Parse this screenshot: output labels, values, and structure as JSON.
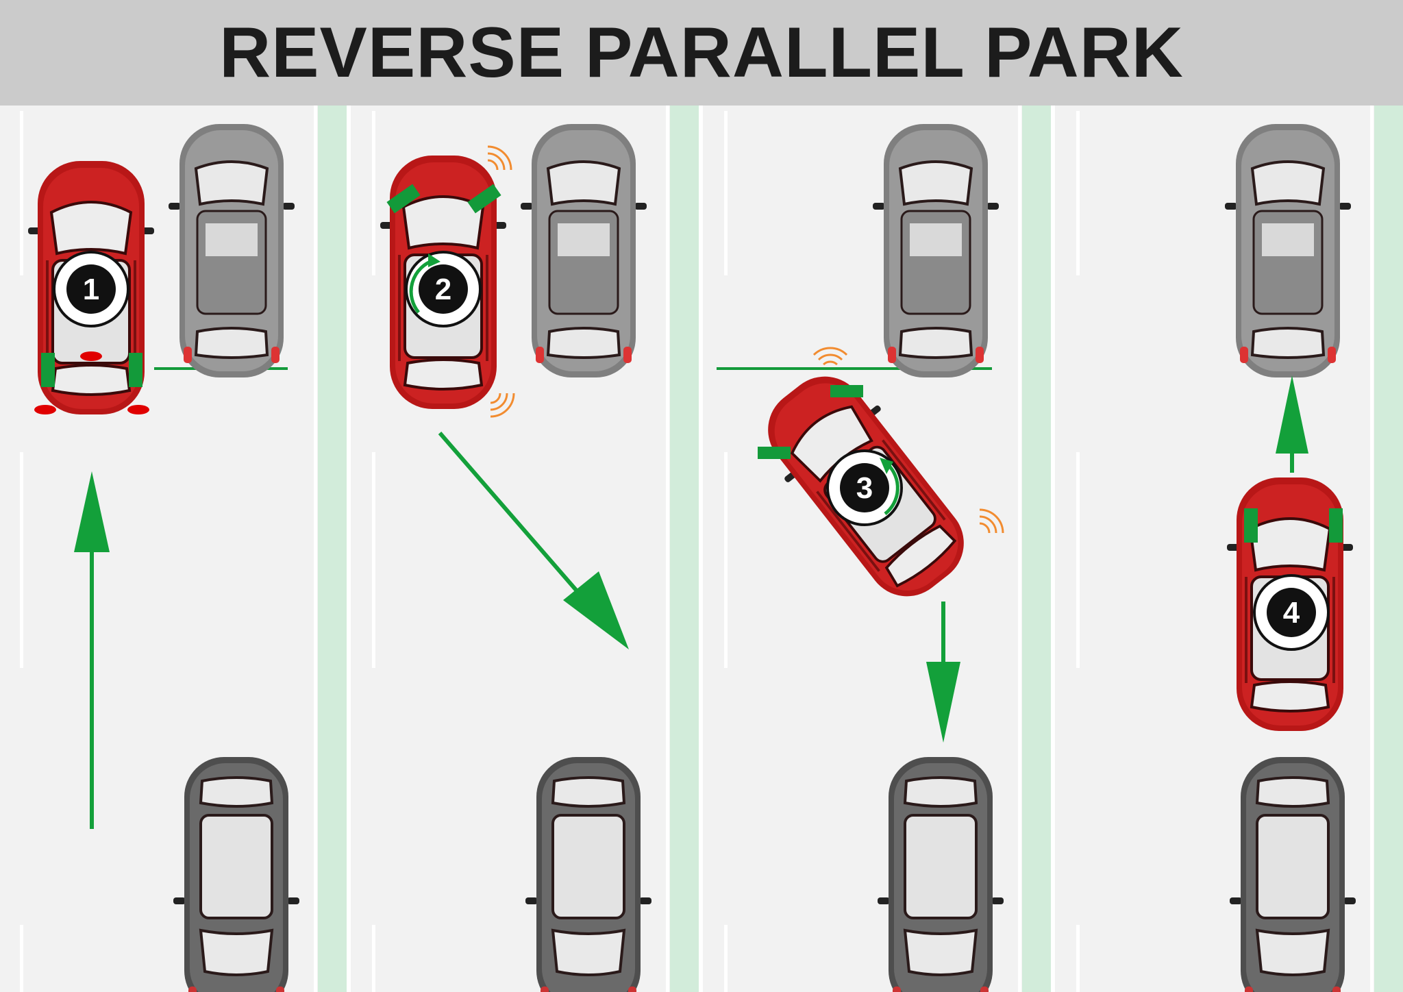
{
  "title": "REVERSE PARALLEL PARK",
  "colors": {
    "header_bg": "#cbcbcb",
    "road": "#f2f2f2",
    "curb": "#d2ecda",
    "arrow": "#13a03a",
    "marker": "#139a3a",
    "sensor": "#f28c30",
    "active_car": "#c01a1a",
    "parked_car": "#8d8d8d",
    "parked_car_dark": "#5f5f5f"
  },
  "steps": [
    {
      "number": "1",
      "car_icon": "red-car-icon",
      "direction": "up"
    },
    {
      "number": "2",
      "car_icon": "red-car-icon",
      "direction": "reverse-diagonal",
      "steer": "turn-arrow"
    },
    {
      "number": "3",
      "car_icon": "red-car-icon",
      "direction": "down",
      "steer": "turn-arrow"
    },
    {
      "number": "4",
      "car_icon": "red-car-icon",
      "direction": "up"
    }
  ]
}
